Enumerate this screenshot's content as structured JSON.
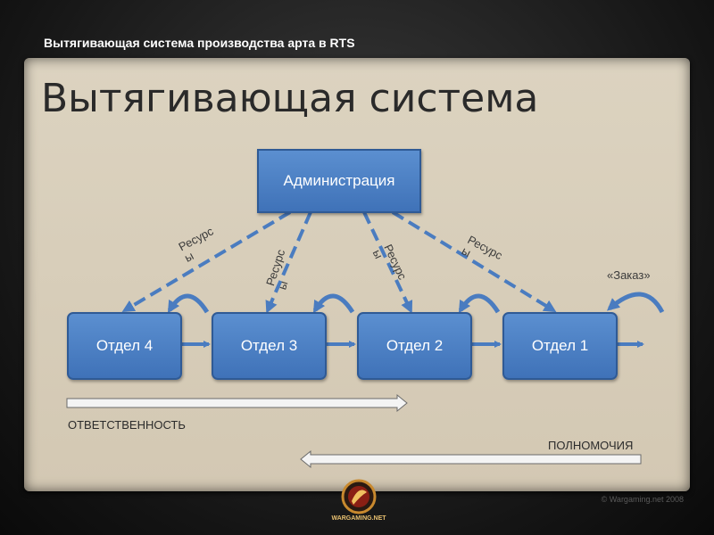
{
  "header": {
    "title": "Вытягивающая система производства арта в RTS"
  },
  "slide": {
    "title": "Вытягивающая система"
  },
  "diagram": {
    "admin_label": "Администрация",
    "departments": [
      "Отдел 4",
      "Отдел 3",
      "Отдел 2",
      "Отдел 1"
    ],
    "resource_label": "Ресурсы",
    "order_label": "«Заказ»",
    "responsibility_label": "ОТВЕТСТВЕННОСТЬ",
    "authority_label": "ПОЛНОМОЧИЯ"
  },
  "footer": {
    "copyright": "© Wargaming.net 2008",
    "logo_text": "WARGAMING.NET"
  },
  "colors": {
    "box_fill": "#4f83c6",
    "arrow_blue": "#4a7cc0",
    "panel": "#d8cfbc",
    "background": "#1a1a1a"
  }
}
